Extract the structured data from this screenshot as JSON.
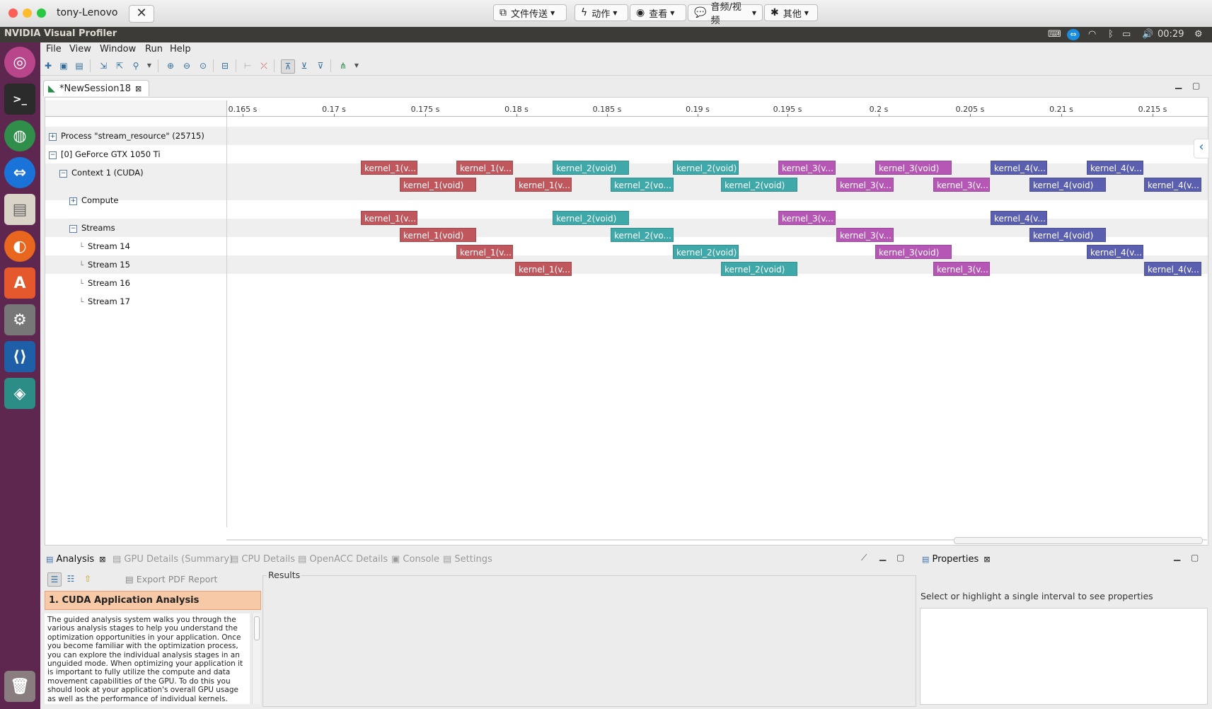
{
  "window": {
    "title": "tony-Lenovo",
    "close_glyph": "✕",
    "toolbar_buttons": [
      {
        "icon": "copy-icon",
        "label": "文件传送"
      },
      {
        "icon": "bolt-icon",
        "label": "动作"
      },
      {
        "icon": "eye-icon",
        "label": "查看"
      },
      {
        "icon": "chat-icon",
        "label": "音频/视频"
      },
      {
        "icon": "tools-icon",
        "label": "其他"
      }
    ]
  },
  "panel": {
    "app_name": "NVIDIA Visual Profiler",
    "time": "00:29"
  },
  "menu": [
    "File",
    "View",
    "Window",
    "Run",
    "Help"
  ],
  "session_tab": {
    "label": "*NewSession18"
  },
  "timeline": {
    "ticks": [
      "0.165 s",
      "0.17 s",
      "0.175 s",
      "0.18 s",
      "0.185 s",
      "0.19 s",
      "0.195 s",
      "0.2 s",
      "0.205 s",
      "0.21 s",
      "0.215 s"
    ],
    "rows": [
      {
        "label": "Process \"stream_resource\" (25715)",
        "toggle": "+"
      },
      {
        "label": "[0] GeForce GTX 1050 Ti",
        "toggle": "−"
      },
      {
        "label": "Context 1 (CUDA)",
        "toggle": "−"
      },
      {
        "label": "Compute",
        "toggle": "+"
      },
      {
        "label": "Streams",
        "toggle": "−"
      },
      {
        "label": "Stream 14",
        "toggle": "└"
      },
      {
        "label": "Stream 15",
        "toggle": "└"
      },
      {
        "label": "Stream 16",
        "toggle": "└"
      },
      {
        "label": "Stream 17",
        "toggle": "└"
      }
    ],
    "kernel_colors": {
      "1": "#c0575c",
      "2": "#3fa9a9",
      "3": "#b657b5",
      "4": "#5a5fb0"
    },
    "kernels": {
      "compute_top": [
        {
          "k": 1,
          "label": "kernel_1(v..."
        },
        {
          "k": 1,
          "label": "kernel_1(v..."
        },
        {
          "k": 2,
          "label": "kernel_2(void)"
        },
        {
          "k": 2,
          "label": "kernel_2(void)"
        },
        {
          "k": 3,
          "label": "kernel_3(v..."
        },
        {
          "k": 3,
          "label": "kernel_3(void)"
        },
        {
          "k": 4,
          "label": "kernel_4(v..."
        },
        {
          "k": 4,
          "label": "kernel_4(v..."
        }
      ],
      "compute_bottom": [
        {
          "k": 1,
          "label": "kernel_1(void)"
        },
        {
          "k": 1,
          "label": "kernel_1(v..."
        },
        {
          "k": 2,
          "label": "kernel_2(vo..."
        },
        {
          "k": 2,
          "label": "kernel_2(void)"
        },
        {
          "k": 3,
          "label": "kernel_3(v..."
        },
        {
          "k": 3,
          "label": "kernel_3(v..."
        },
        {
          "k": 4,
          "label": "kernel_4(void)"
        },
        {
          "k": 4,
          "label": "kernel_4(v..."
        }
      ],
      "stream14": [
        {
          "k": 1,
          "label": "kernel_1(v..."
        },
        {
          "k": 2,
          "label": "kernel_2(void)"
        },
        {
          "k": 3,
          "label": "kernel_3(v..."
        },
        {
          "k": 4,
          "label": "kernel_4(v..."
        }
      ],
      "stream15": [
        {
          "k": 1,
          "label": "kernel_1(void)"
        },
        {
          "k": 2,
          "label": "kernel_2(vo..."
        },
        {
          "k": 3,
          "label": "kernel_3(v..."
        },
        {
          "k": 4,
          "label": "kernel_4(void)"
        }
      ],
      "stream16": [
        {
          "k": 1,
          "label": "kernel_1(v..."
        },
        {
          "k": 2,
          "label": "kernel_2(void)"
        },
        {
          "k": 3,
          "label": "kernel_3(void)"
        },
        {
          "k": 4,
          "label": "kernel_4(v..."
        }
      ],
      "stream17": [
        {
          "k": 1,
          "label": "kernel_1(v..."
        },
        {
          "k": 2,
          "label": "kernel_2(void)"
        },
        {
          "k": 3,
          "label": "kernel_3(v..."
        },
        {
          "k": 4,
          "label": "kernel_4(v..."
        }
      ]
    }
  },
  "bottom_tabs": [
    "Analysis",
    "GPU Details (Summary)",
    "CPU Details",
    "OpenACC Details",
    "Console",
    "Settings"
  ],
  "analysis": {
    "export_label": "Export PDF Report",
    "results_label": "Results",
    "section_title": "1. CUDA Application Analysis",
    "description": "The guided analysis system walks you through the various analysis stages to help you understand the optimization opportunities in your application. Once you become familiar with the optimization process, you can explore the individual analysis stages in an unguided mode. When optimizing your application it is important to fully utilize the compute and data movement capabilities of the GPU. To do this you should look at your application's overall GPU usage as well as the performance of individual kernels."
  },
  "properties": {
    "tab_label": "Properties",
    "hint": "Select or highlight a single interval to see properties"
  }
}
